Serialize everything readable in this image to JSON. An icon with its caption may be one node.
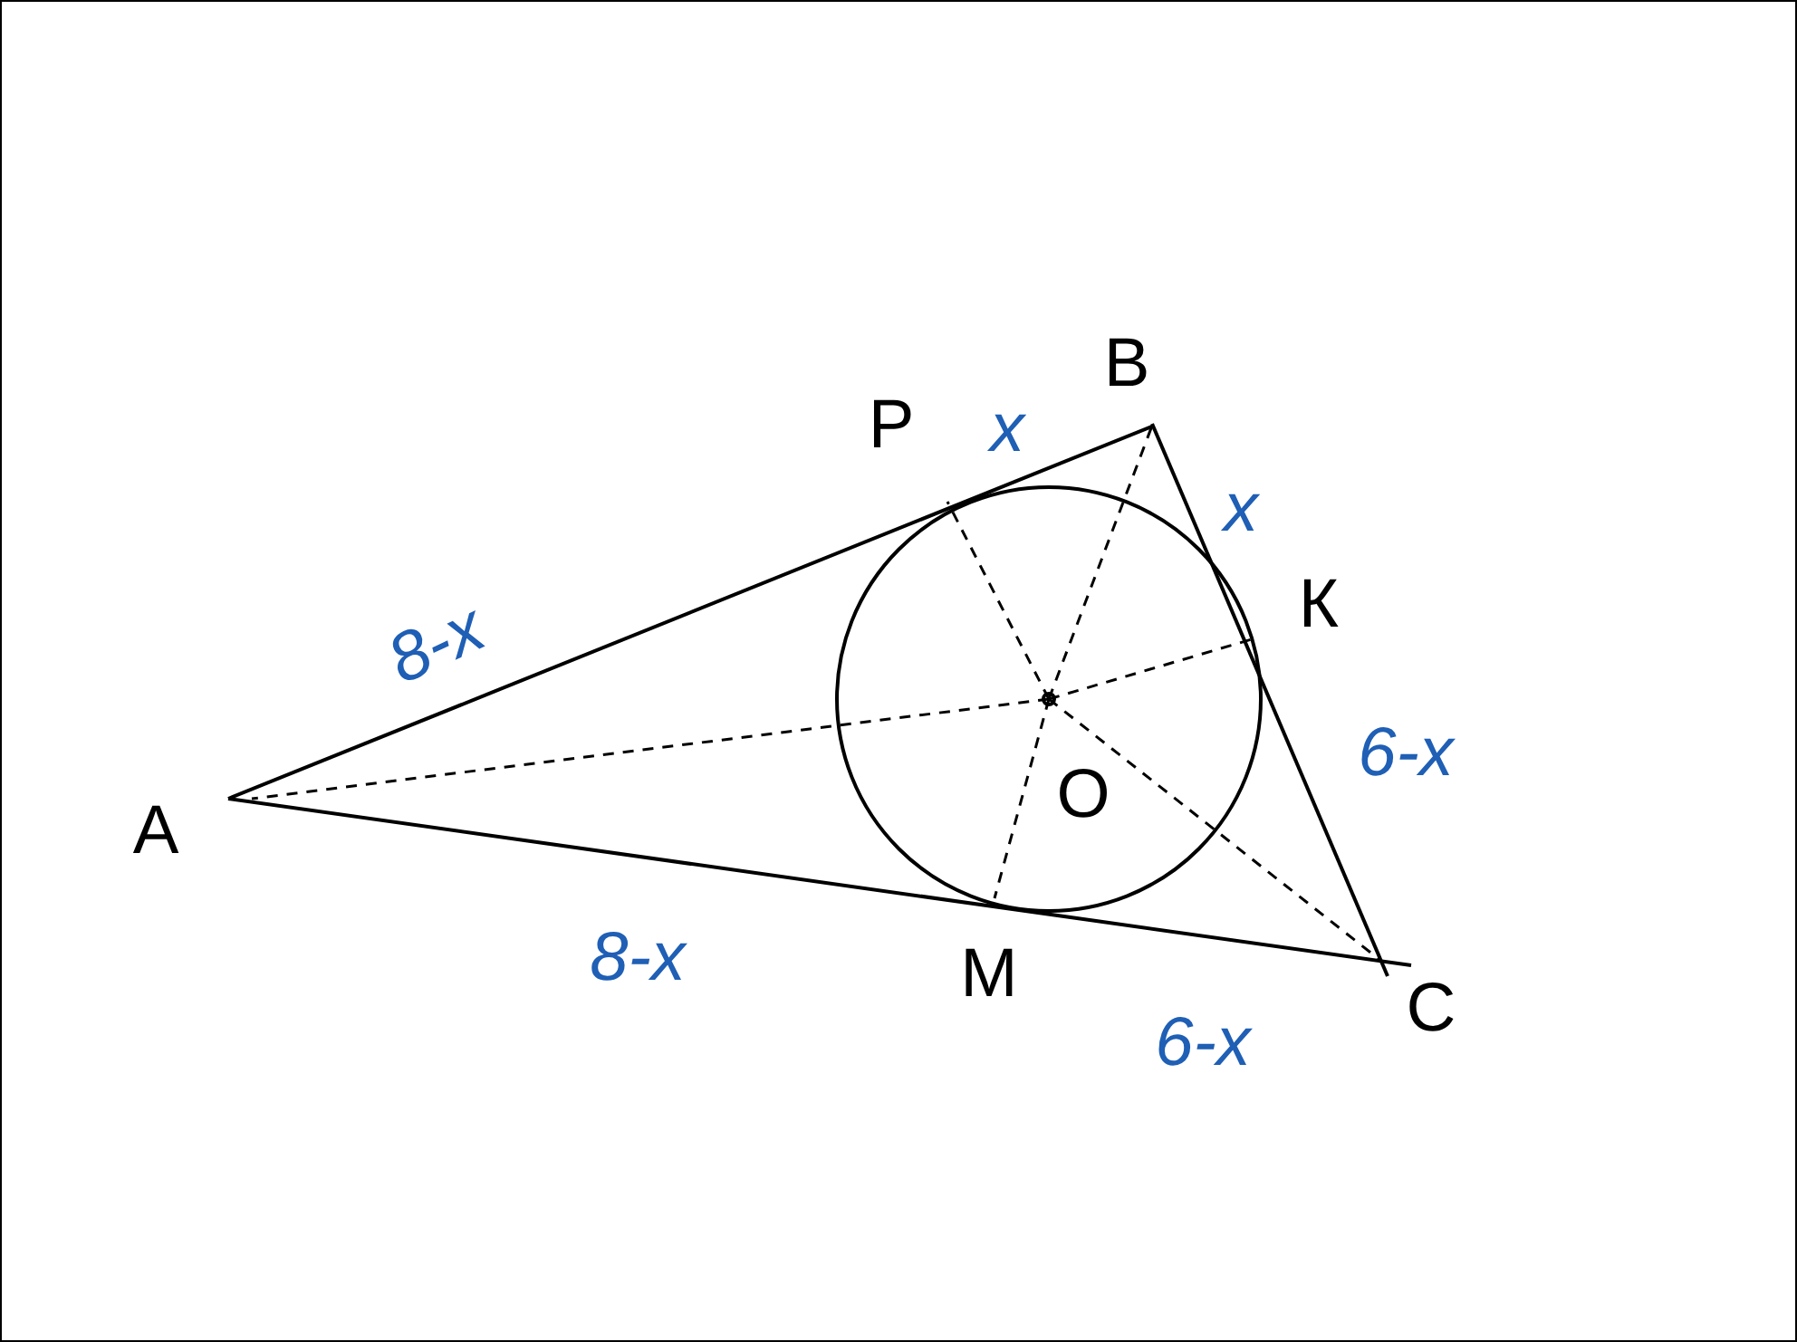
{
  "diagram": {
    "labels": [
      "B",
      "P",
      "x",
      "x",
      "К",
      "8-x",
      "6-x",
      "A",
      "O",
      "8-x",
      "M",
      "C",
      "6-x"
    ]
  }
}
